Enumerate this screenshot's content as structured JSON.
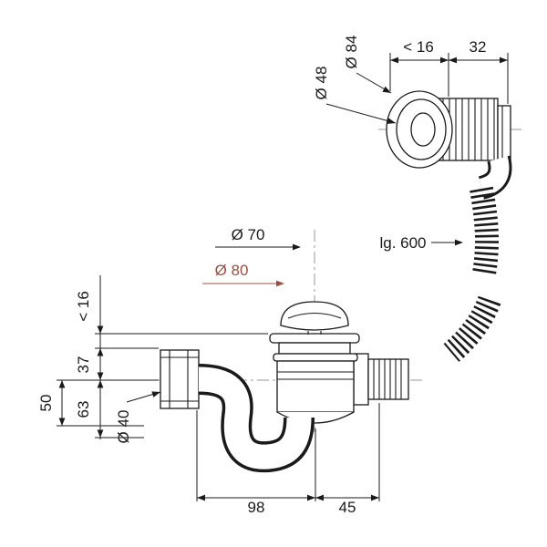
{
  "diagram": {
    "type": "technical-drawing",
    "subject": "bathtub waste and overflow trap",
    "background_color": "#ffffff",
    "line_color": "#1a1a1a",
    "accent_color": "#9c4f3f",
    "labels": {
      "dia_84": "Ø 84",
      "dia_48": "Ø 48",
      "max_16_top": "< 16",
      "len_32": "32",
      "dia_70": "Ø 70",
      "dia_80": "Ø 80",
      "hose_length": "lg. 600",
      "max_16_left": "< 16",
      "len_37": "37",
      "len_50": "50",
      "len_63": "63",
      "dia_40": "Ø 40",
      "len_98": "98",
      "len_45": "45"
    }
  }
}
